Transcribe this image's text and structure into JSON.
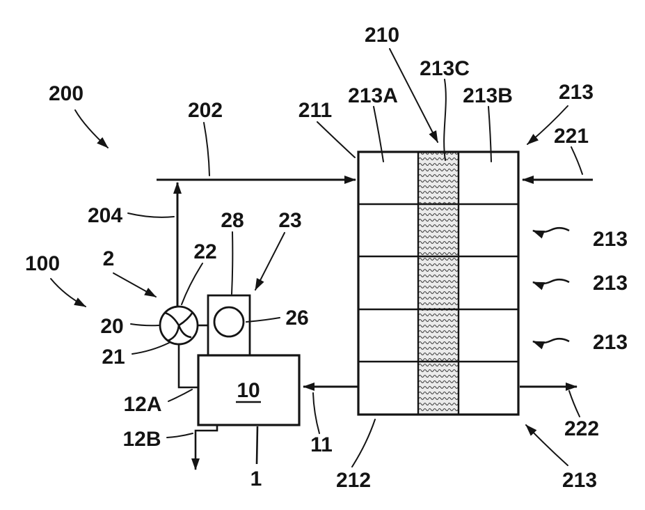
{
  "figure": {
    "background": "#ffffff",
    "line_color": "#141414",
    "hatch_fill": "#ebebeb",
    "labels": {
      "l200": "200",
      "l202": "202",
      "l204": "204",
      "l100": "100",
      "l2": "2",
      "l20": "20",
      "l21": "21",
      "l22": "22",
      "l28": "28",
      "l23": "23",
      "l26": "26",
      "l12A": "12A",
      "l12B": "12B",
      "l10": "10",
      "l1": "1",
      "l11": "11",
      "l212": "212",
      "l211": "211",
      "l213A": "213A",
      "l210": "210",
      "l213C": "213C",
      "l213B": "213B",
      "l213_top_right": "213",
      "l221": "221",
      "l213_right_1": "213",
      "l213_right_2": "213",
      "l213_right_3": "213",
      "l222": "222",
      "l213_bottom_right": "213"
    }
  }
}
